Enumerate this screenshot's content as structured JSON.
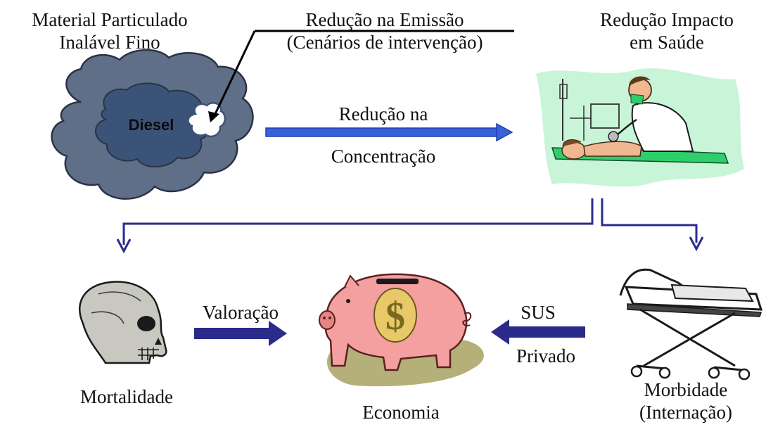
{
  "labels": {
    "source_line1": "Material Particulado",
    "source_line2": "Inalável Fino",
    "emission_line1": "Redução na Emissão",
    "emission_line2": "(Cenários de intervenção)",
    "health_line1": "Redução Impacto",
    "health_line2": "em Saúde",
    "diesel": "Diesel",
    "concentration_line1": "Redução na",
    "concentration_line2": "Concentração",
    "valuation": "Valoração",
    "sus": "SUS",
    "private": "Privado",
    "mortality": "Mortalidade",
    "economy": "Economia",
    "morbidity_line1": "Morbidade",
    "morbidity_line2": "(Internação)",
    "dollar": "$"
  },
  "colors": {
    "arrow_navy": "#2b2b8c",
    "arrow_blue": "#3a62d8",
    "cloud_outer": "#5f6f88",
    "cloud_inner": "#3c5378",
    "pig_pink": "#f4a0a0",
    "coin_gold": "#e8c868",
    "shadow_olive": "#b5b07a",
    "mint_bg": "#c8f5d8"
  },
  "icons": {
    "pollution": "cloud-icon",
    "health": "doctor-patient-icon",
    "mortality": "skull-icon",
    "economy": "piggy-bank-icon",
    "morbidity": "stretcher-icon"
  }
}
